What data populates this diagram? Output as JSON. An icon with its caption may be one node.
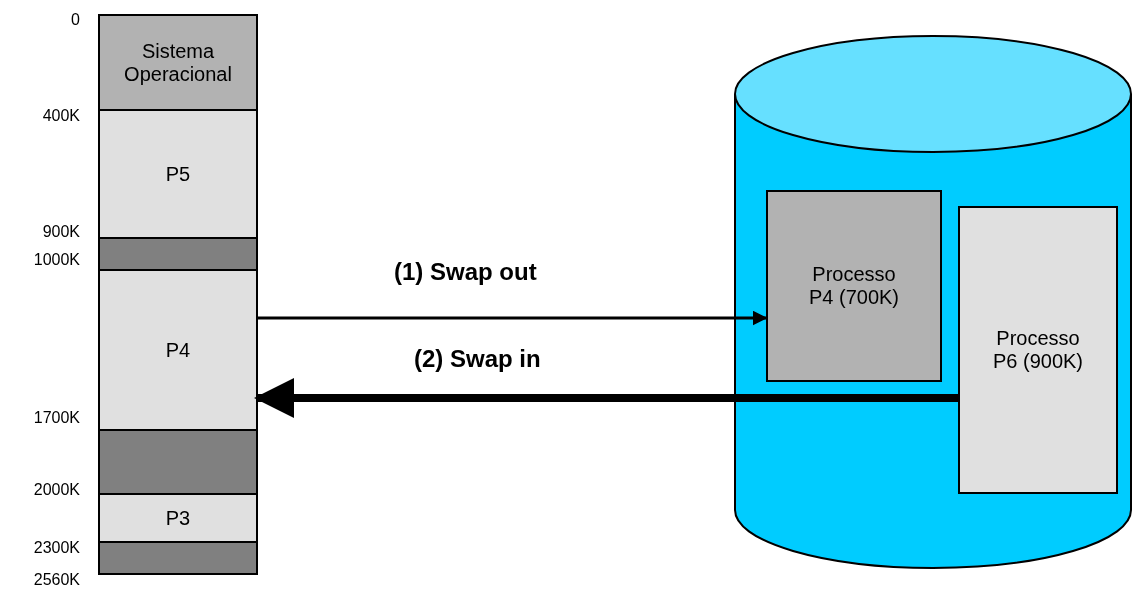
{
  "diagram": {
    "nodes": [
      {
        "text": [
          "Sistema Operacional"
        ]
      },
      {
        "text": [
          "P5"
        ]
      },
      {
        "text": [],
        "shape": "box"
      },
      {
        "text": [
          "P4"
        ]
      },
      {
        "text": [],
        "shape": "box"
      },
      {
        "text": [
          "P3"
        ]
      },
      {
        "text": [],
        "shape": "box"
      },
      {
        "text": [],
        "shape": "cylinder"
      },
      {
        "text": [
          "Processo P4 (700K)"
        ],
        "in": 7
      },
      {
        "text": [
          "Processo P6 (900K)"
        ],
        "in": 7
      }
    ],
    "edges": [
      {
        "from": 3,
        "to": 8,
        "arrow": "to",
        "label": "(1) Swap out"
      },
      {
        "from": 9,
        "to": 3,
        "arrow": "to",
        "label": "(2) Swap in",
        "style": "thick"
      }
    ],
    "labels": [
      "0",
      "400K",
      "900K",
      "1000K",
      "1700K",
      "2000K",
      "2300K",
      "2560K"
    ]
  }
}
